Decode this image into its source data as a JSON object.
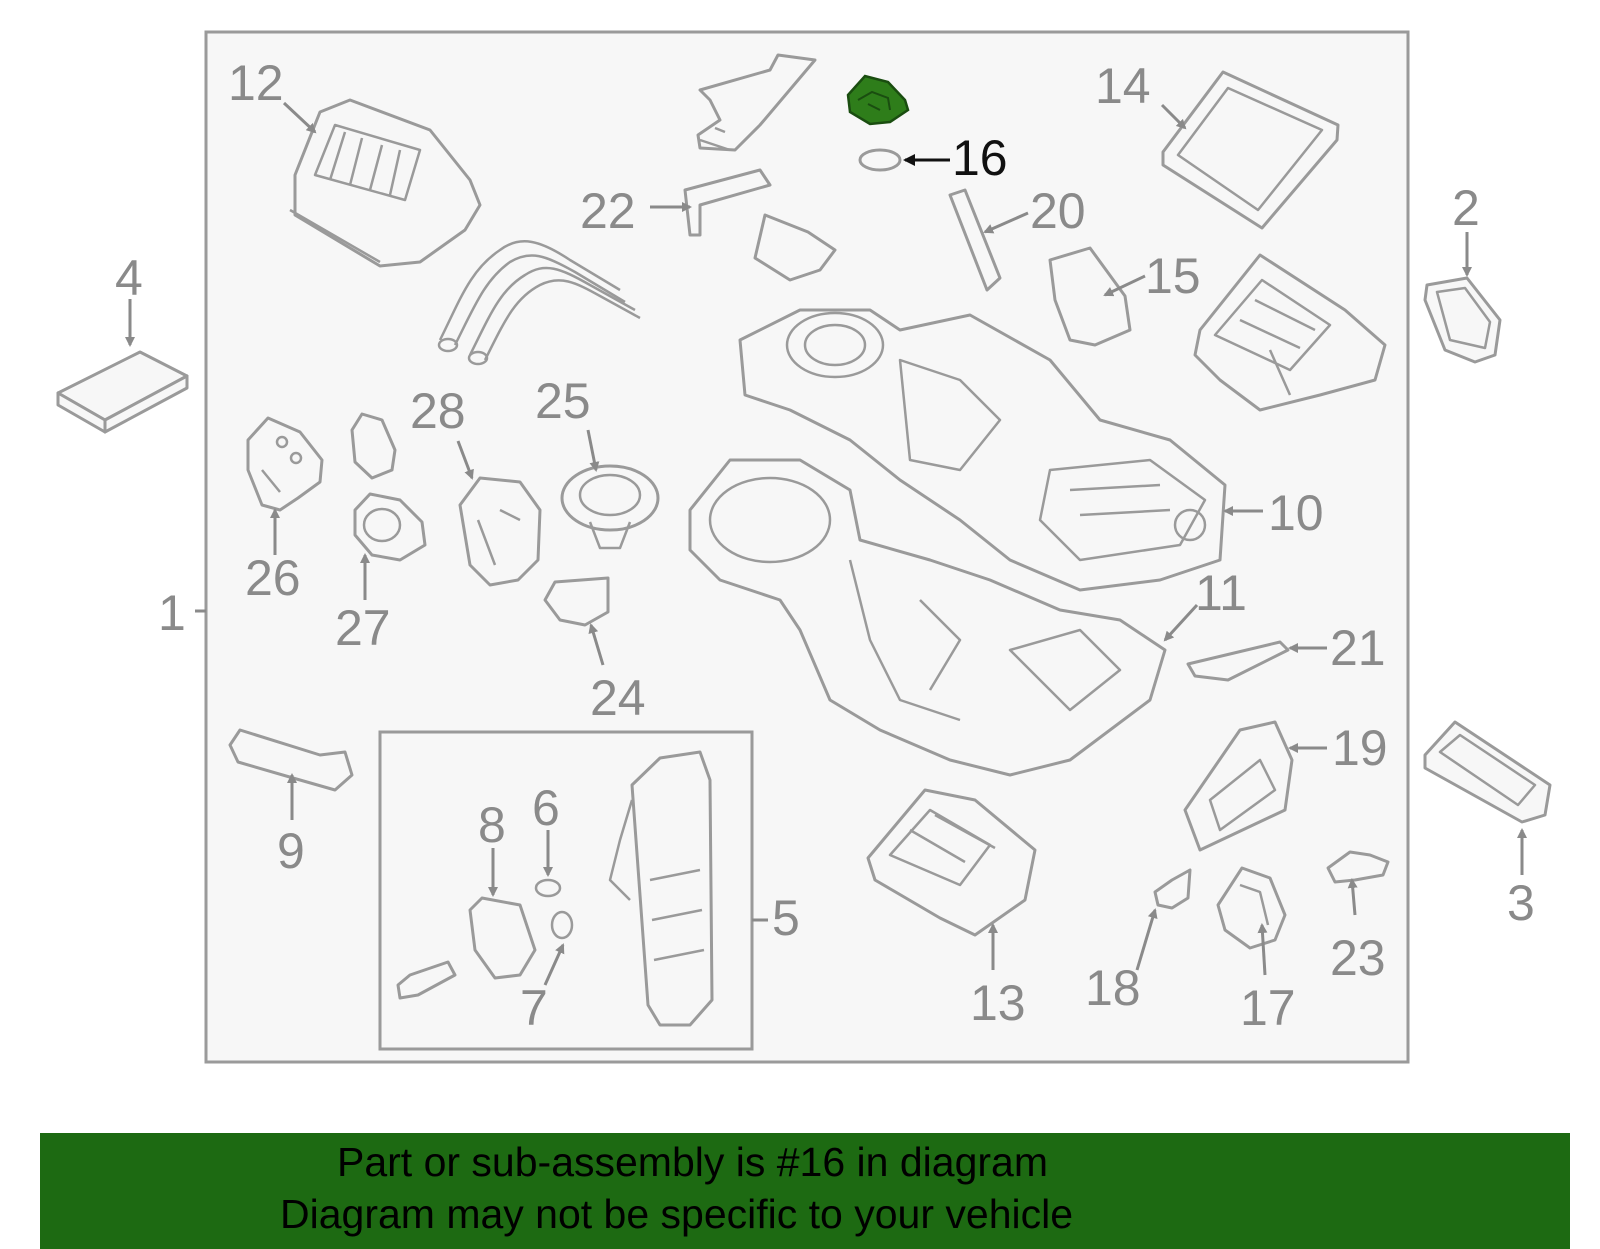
{
  "diagram": {
    "callouts": [
      "1",
      "2",
      "3",
      "4",
      "5",
      "6",
      "7",
      "8",
      "9",
      "10",
      "11",
      "12",
      "13",
      "14",
      "15",
      "16",
      "17",
      "18",
      "19",
      "20",
      "21",
      "22",
      "23",
      "24",
      "25",
      "26",
      "27",
      "28"
    ],
    "highlighted_callout": "16",
    "highlight_color": "#2e7d1a",
    "line_color": "#9a9a9a",
    "label_color": "#8a8a8a"
  },
  "banner": {
    "line1": "Part or sub-assembly is #16 in diagram",
    "line2": "Diagram may not be specific to your vehicle",
    "background_color": "#1d6a12"
  }
}
